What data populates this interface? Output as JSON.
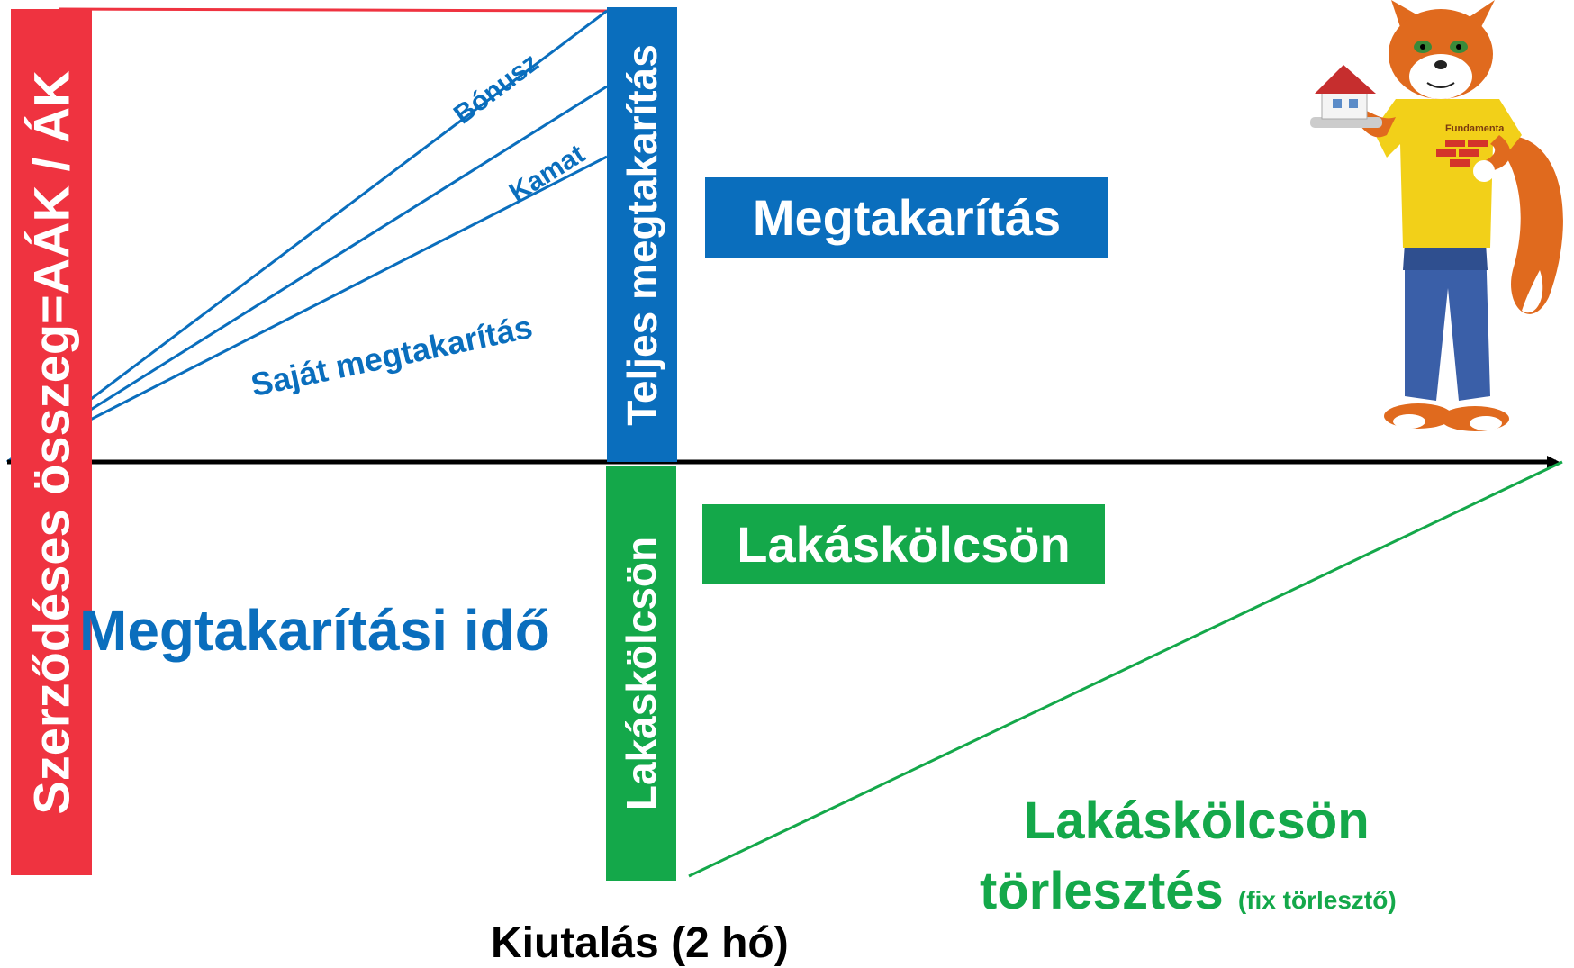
{
  "colors": {
    "red": "#ef3340",
    "blue": "#0a6ebd",
    "green": "#14a84a",
    "black": "#000000"
  },
  "diagram": {
    "contract_bar_label": "Szerződéses összeg=AÁK / ÁK",
    "total_savings_bar_label": "Teljes megtakarítás",
    "loan_bar_label": "Lakáskölcsön",
    "savings_box_label": "Megtakarítás",
    "loan_box_label": "Lakáskölcsön",
    "bonus_label": "Bónusz",
    "interest_label": "Kamat",
    "own_savings_label": "Saját megtakarítás",
    "saving_period_label": "Megtakarítási idő",
    "repayment_label_line1": "Lakáskölcsön",
    "repayment_label_line2": "törlesztés",
    "repayment_note": "(fix törlesztő)",
    "disbursement_label": "Kiutalás (2 hó)"
  },
  "mascot": {
    "description_icon": "fox-mascot-with-house-icon",
    "shirt_text": "Fundamenta"
  }
}
